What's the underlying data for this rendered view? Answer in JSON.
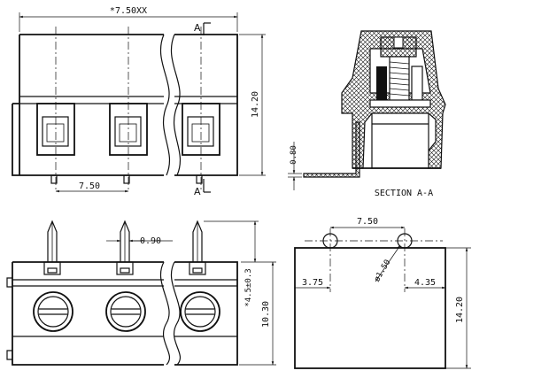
{
  "front_view": {
    "total_width": "*7.50XX",
    "height": "14.20",
    "pitch": "7.50",
    "section_marker": "A"
  },
  "section_view": {
    "title": "SECTION A-A",
    "pin_thickness": "0.80"
  },
  "bottom_view": {
    "pin_width": "0.90",
    "pin_length": "*4.5±0.3",
    "body_height": "10.30"
  },
  "footprint": {
    "pitch": "7.50",
    "hole_diameter": "ø1.50",
    "left_offset": "3.75",
    "right_offset": "4.35",
    "height": "14.20"
  }
}
